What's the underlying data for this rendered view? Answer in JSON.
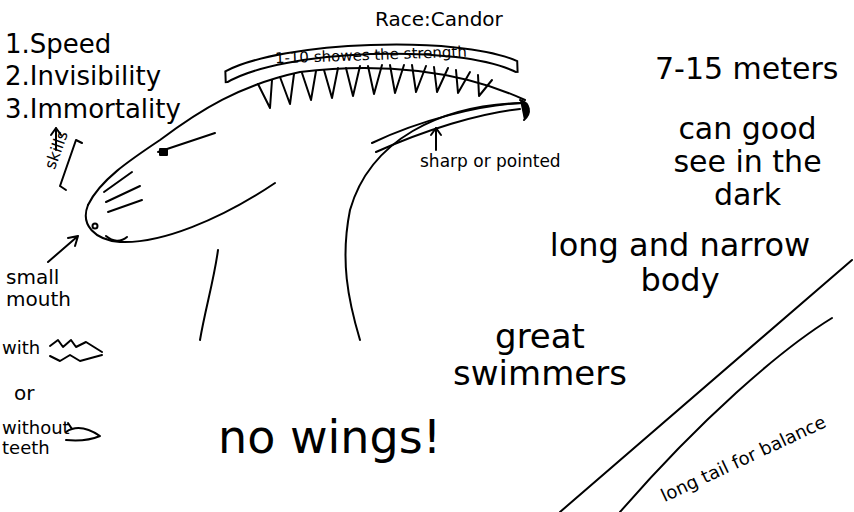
{
  "diagram": {
    "nodes": [
      {
        "text": [
          "1-10 showes the strength"
        ]
      }
    ],
    "labels": [
      "Race:Candor",
      "1.Speed",
      "2.Invisibility",
      "3.Immortality",
      "skills",
      "small mouth",
      "with",
      "or",
      "without teeth",
      "sharp or pointed",
      "7-15 meters",
      "can good see in the dark",
      "long and narrow body",
      "great swimmers",
      "no wings!",
      "long tail for balance"
    ]
  }
}
